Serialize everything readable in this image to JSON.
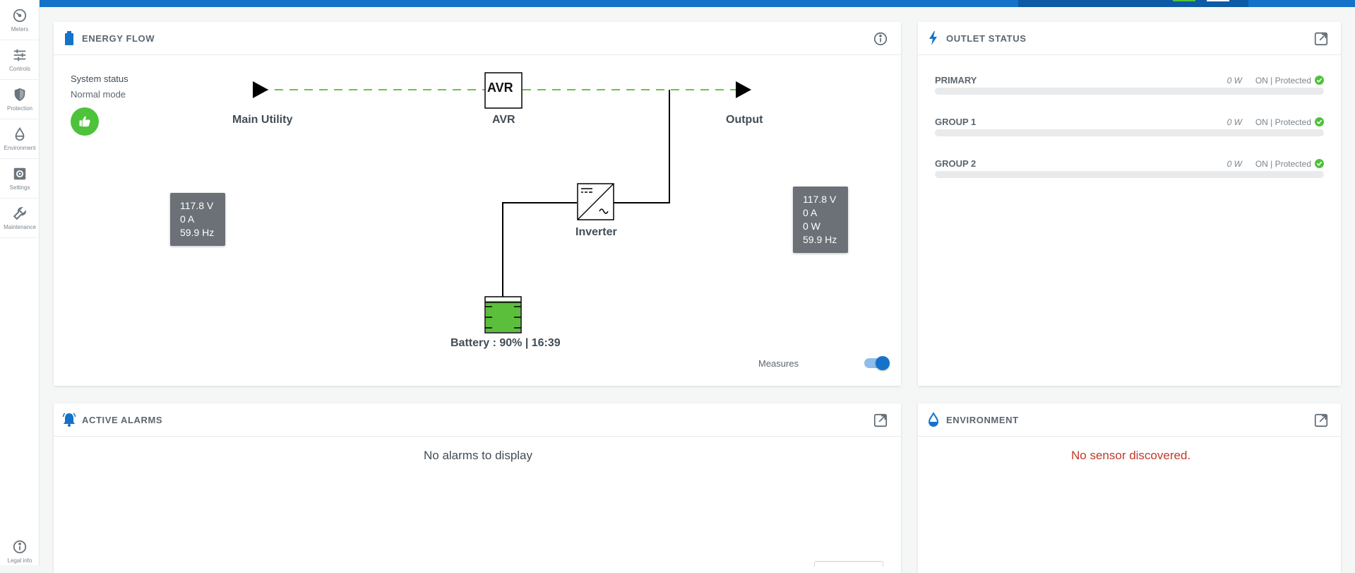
{
  "sidebar": {
    "items": [
      {
        "label": "Meters",
        "icon": "gauge-icon"
      },
      {
        "label": "Controls",
        "icon": "sliders-icon"
      },
      {
        "label": "Protection",
        "icon": "shield-icon"
      },
      {
        "label": "Environment",
        "icon": "drop-icon"
      },
      {
        "label": "Settings",
        "icon": "gear-icon"
      },
      {
        "label": "Maintenance",
        "icon": "wrench-icon"
      }
    ],
    "footer": {
      "label": "Legal info",
      "icon": "info-icon"
    }
  },
  "energy_flow": {
    "title": "ENERGY FLOW",
    "system_status_label": "System status",
    "system_status_value": "Normal mode",
    "nodes": {
      "main_utility": "Main Utility",
      "avr_box": "AVR",
      "avr": "AVR",
      "output": "Output",
      "inverter": "Inverter",
      "battery": "Battery : 90% | 16:39"
    },
    "battery_level": 0.9,
    "input_measures": [
      "117.8 V",
      "0 A",
      "59.9 Hz"
    ],
    "output_measures": [
      "117.8 V",
      "0 A",
      "0 W",
      "59.9 Hz"
    ],
    "measures_toggle_label": "Measures",
    "measures_toggle_on": true
  },
  "outlet_status": {
    "title": "OUTLET STATUS",
    "outlets": [
      {
        "name": "PRIMARY",
        "power": "0 W",
        "state": "ON | Protected",
        "load": 0
      },
      {
        "name": "GROUP 1",
        "power": "0 W",
        "state": "ON | Protected",
        "load": 0
      },
      {
        "name": "GROUP 2",
        "power": "0 W",
        "state": "ON | Protected",
        "load": 0
      }
    ]
  },
  "active_alarms": {
    "title": "ACTIVE ALARMS",
    "empty_message": "No alarms to display"
  },
  "environment": {
    "title": "ENVIRONMENT",
    "empty_message": "No sensor discovered."
  },
  "colors": {
    "brand_blue": "#1473c9",
    "ok_green": "#4ec23b",
    "flow_dash_green": "#6cc24a",
    "error_red": "#c0392b"
  }
}
